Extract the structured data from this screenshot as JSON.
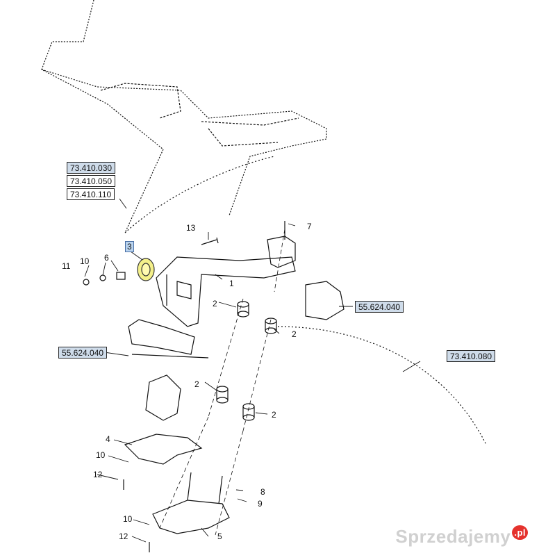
{
  "ref_boxes": [
    {
      "id": "r1",
      "label": "73.410.030",
      "linked": true
    },
    {
      "id": "r2",
      "label": "73.410.050",
      "linked": false
    },
    {
      "id": "r3",
      "label": "73.410.110",
      "linked": false
    },
    {
      "id": "r4",
      "label": "55.624.040",
      "linked": true
    },
    {
      "id": "r5",
      "label": "55.624.040",
      "linked": true
    },
    {
      "id": "r6",
      "label": "73.410.080",
      "linked": true
    }
  ],
  "callouts": {
    "c1": "1",
    "c2a": "2",
    "c2b": "2",
    "c2c": "2",
    "c2d": "2",
    "c3": "3",
    "c4": "4",
    "c5": "5",
    "c6": "6",
    "c7": "7",
    "c8": "8",
    "c9": "9",
    "c10a": "10",
    "c10b": "10",
    "c10c": "10",
    "c11": "11",
    "c12a": "12",
    "c12b": "12",
    "c13": "13"
  },
  "selected_part": "3",
  "colors": {
    "highlight_part": "#f4f08a",
    "link_box": "#cfdcea",
    "selected_callout": "#b9d3ee"
  },
  "watermark": {
    "text": "Sprzedajemy",
    "suffix": ".pl"
  }
}
